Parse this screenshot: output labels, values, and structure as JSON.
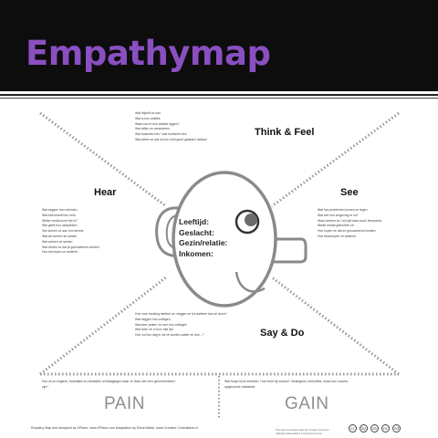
{
  "title": "Empathymap",
  "quadrants": {
    "think_feel": {
      "label": "Think & Feel",
      "questions": [
        "Wat drijveft ze aan.",
        "Wat is hun ambitie",
        "Waar zou er een wakker liggen?",
        "Wat willen ze veranderen",
        "Wat frustreert hen / wat motiveert hen",
        "Wat weten ze dat ze hun eind goed gaassen hebben"
      ]
    },
    "hear": {
      "label": "Hear",
      "questions": [
        "Wat zeggen hun vrienden.",
        "Wat beïnvloedt hen echt.",
        "Welke media komt het in?",
        "Wie geeft hun aanpakken",
        "Van komen ze aan hun kennis",
        "Wat wil werken ze samen.",
        "Wat werken ze samen",
        "Wat vinden ze dat je goeuwebend worden",
        "Hun beroepen ze anderen"
      ]
    },
    "see": {
      "label": "See",
      "questions": [
        "Wat hun problemen komen ze tegen",
        "Wat ziet hun omgeving er uit?",
        "Waar werken ze / bij wijf waar touch leeshaves",
        "Welke media gebruiken ze",
        "Hoe kopen ze dat ze goeuwebend worden",
        "Hoe beschrijven ze anderen"
      ]
    },
    "say_do": {
      "label": "Say & Do",
      "questions": [
        "Hoe voor houding hebben ze, zeggen ze tot anderen kan ze doen?",
        "Wat zeggen hun collega's",
        "Wanneer praten ze over hun collega's",
        "Wat doen ze in hun vrije tijd",
        "Hoe vul hun dag in wil ze worden waller en doe...?"
      ]
    }
  },
  "face_fields": [
    "Leeftijd:",
    "Geslacht:",
    "Gezin/relatie:",
    "Inkomen:"
  ],
  "pain": {
    "label": "PAIN",
    "text": "Hun zit ze engelen, frustraties en obstakels of uitdagingen waar ze thuis ziet men geconfronteerd zijn?"
  },
  "gain": {
    "label": "GAIN",
    "text": "Wat hoopt hij te bereiken. Hoe meet hij succes? Verlangens, behoeftes, maat voor succes, opgenomde obstakels"
  },
  "credit": "Empathy Map and designed by XPlane. www.XPlane.com Adaptation by Dena Mabin. www.Creative Consultants.nl",
  "footer_note": "This work is licensed under the Creative Commons Attribution-ShareAlike 3.0 Unported License.",
  "cc_icons": [
    "cc",
    "by",
    "sa",
    "nc",
    "nd"
  ]
}
